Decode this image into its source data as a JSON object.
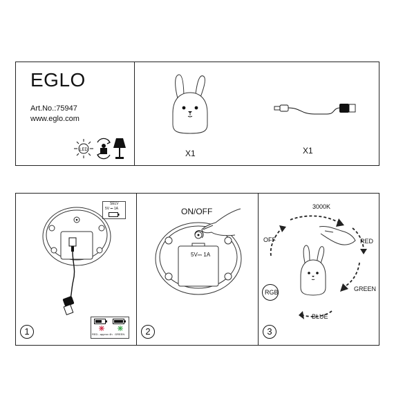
{
  "header": {
    "brand": "EGLO",
    "art_no": "Art.No.:75947",
    "website": "www.eglo.com",
    "symbols": [
      "led-sun-icon",
      "replaceable-battery-icon",
      "table-lamp-icon"
    ]
  },
  "contents": {
    "lamp_qty": "X1",
    "cable_qty": "X1"
  },
  "steps": [
    {
      "number": "1",
      "label_selv": "SELV",
      "label_rating": "5V ⎓ 1A",
      "legend": [
        "RED...approx 4h",
        "GREEN"
      ]
    },
    {
      "number": "2",
      "onoff": "ON/OFF",
      "rating": "5V⎓ 1A"
    },
    {
      "number": "3",
      "modes": {
        "top": "3000K",
        "red": "RED",
        "green": "GREEN",
        "blue": "BLUE",
        "rgb": "RGB",
        "off": "OFF"
      }
    }
  ]
}
